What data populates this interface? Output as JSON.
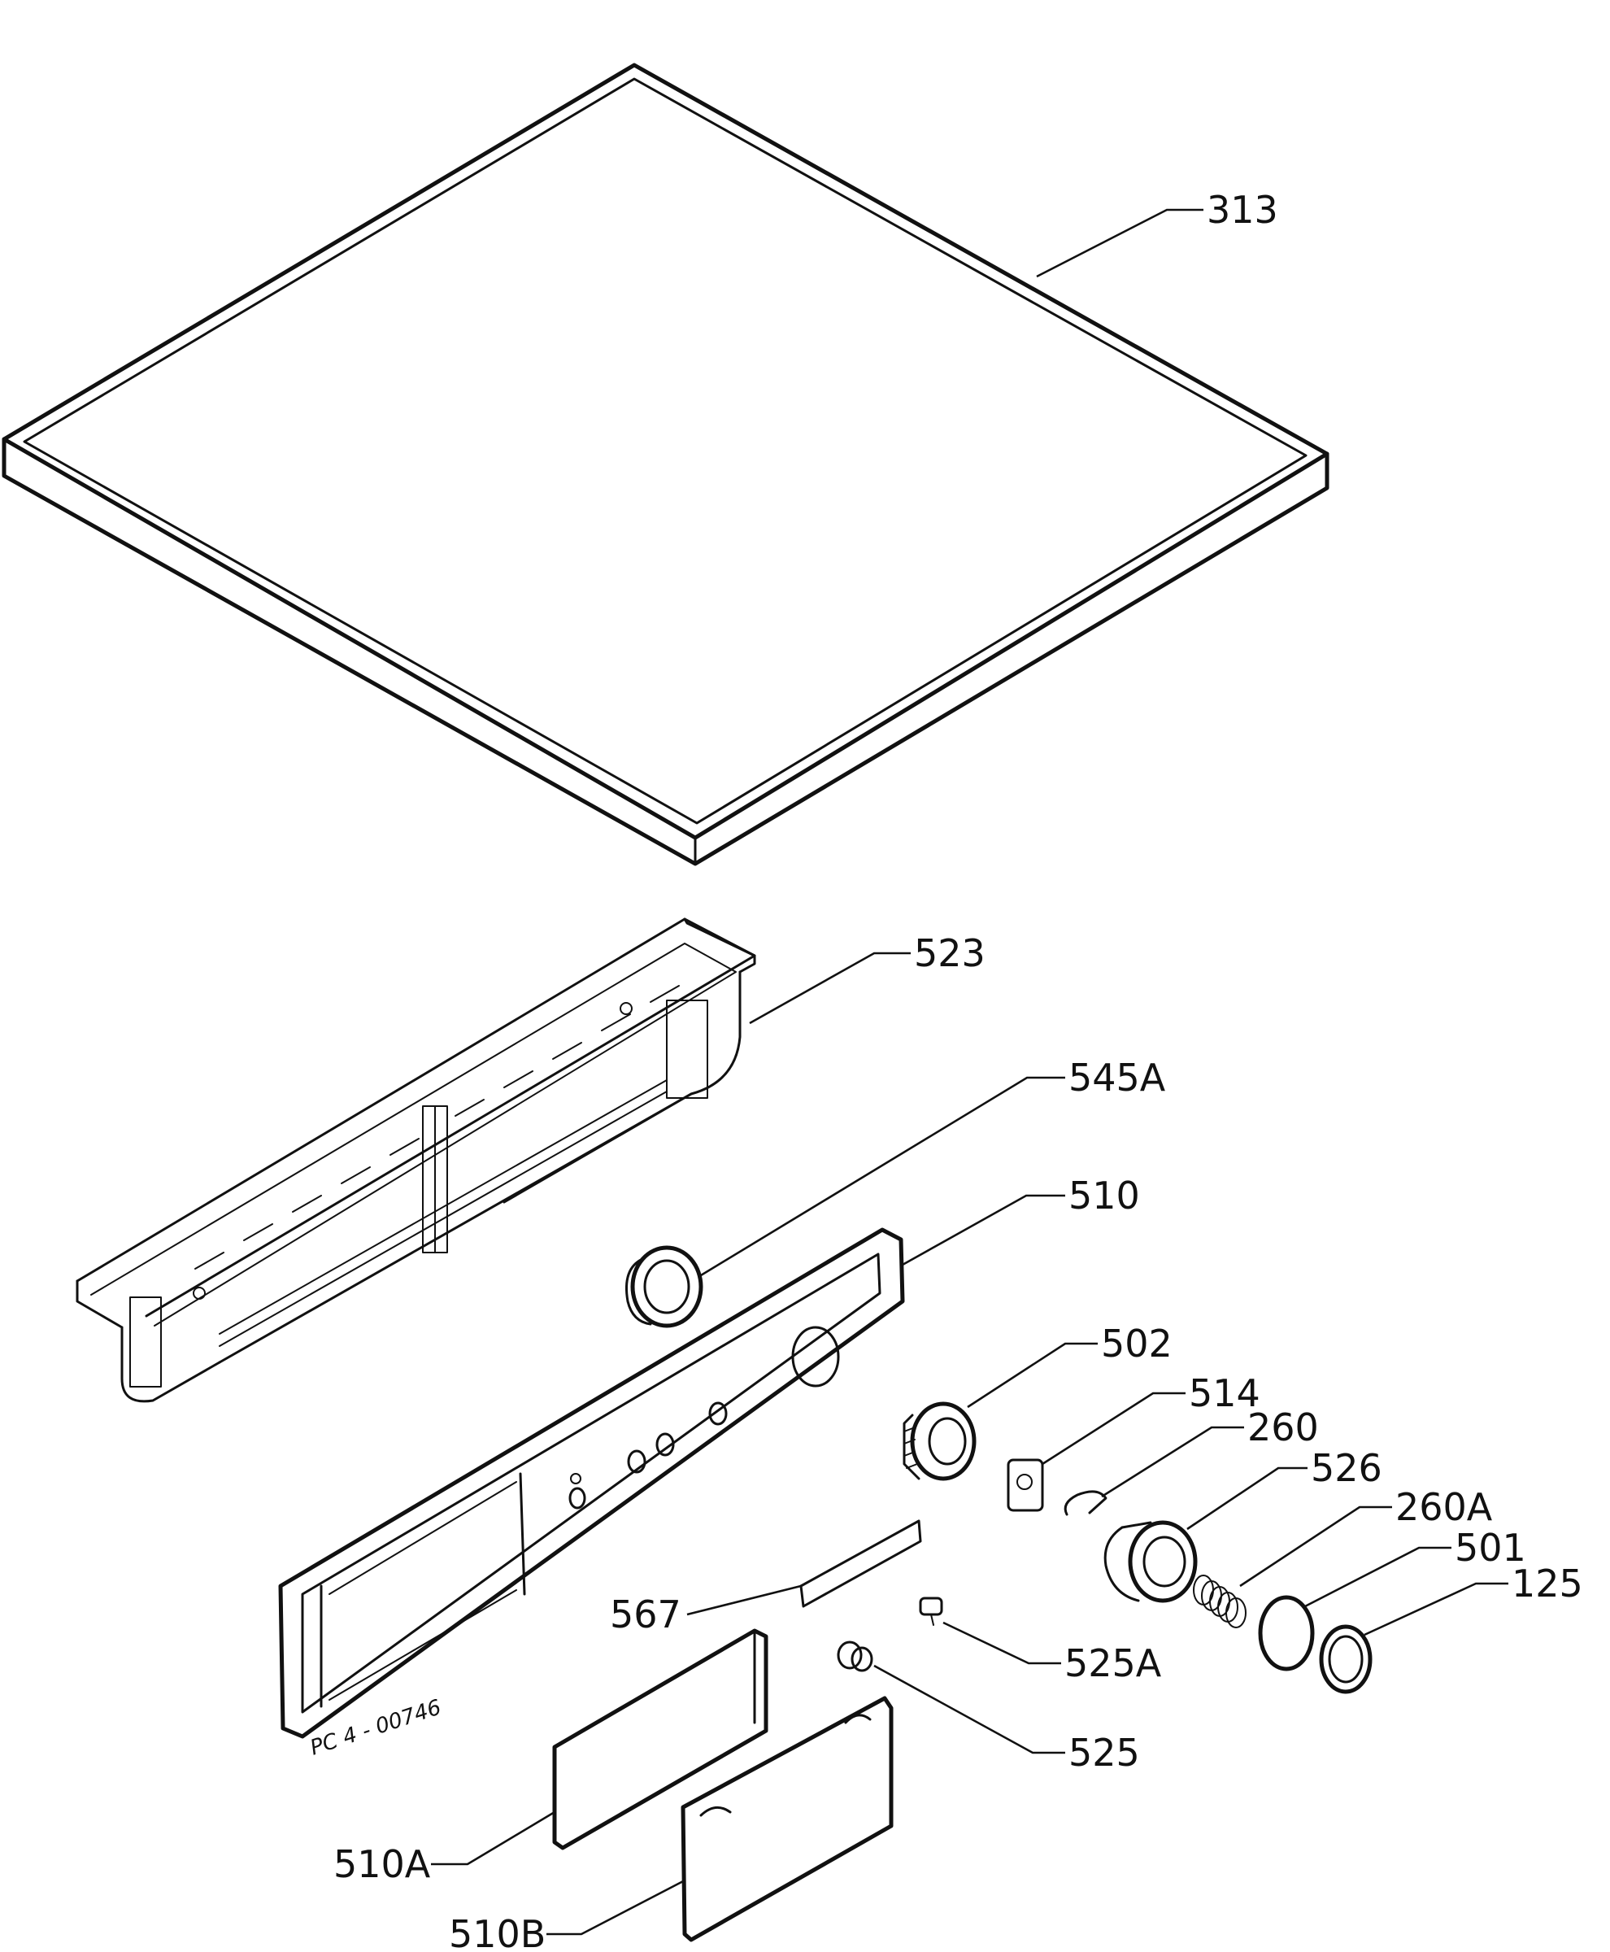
{
  "diagram": {
    "callouts": {
      "p313": "313",
      "p523": "523",
      "p545A": "545A",
      "p510": "510",
      "p502": "502",
      "p514": "514",
      "p260": "260",
      "p526": "526",
      "p260A": "260A",
      "p501": "501",
      "p125": "125",
      "p567": "567",
      "p525A": "525A",
      "p525": "525",
      "p510A": "510A",
      "p510B": "510B"
    },
    "drawing_code": "PC 4 - 00746"
  }
}
